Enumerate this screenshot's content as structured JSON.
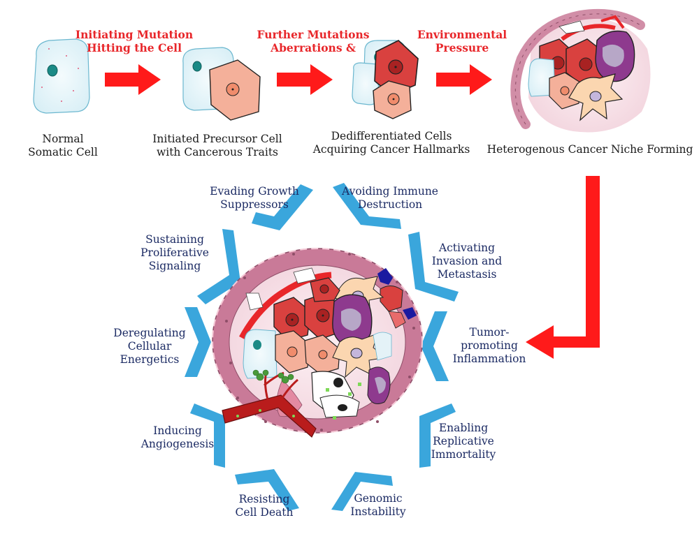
{
  "stages": {
    "arrow_labels": [
      "Initiating Mutation\nHitting the Cell",
      "Further Mutations\nAberrations &",
      "Environmental\nPressure"
    ],
    "cell_labels": [
      "Normal\nSomatic Cell",
      "Initiated Precursor Cell\nwith Cancerous Traits",
      "Dedifferentiated Cells\nAcquiring Cancer Hallmarks",
      "Heterogenous Cancer Niche Forming"
    ]
  },
  "hallmarks": [
    "Evading Growth\nSuppressors",
    "Avoiding Immune\nDestruction",
    "Activating\nInvasion and\nMetastasis",
    "Tumor-\npromoting\nInflammation",
    "Enabling\nReplicative\nImmortality",
    "Genomic\nInstability",
    "Resisting\nCell Death",
    "Inducing\nAngiogenesis",
    "Deregulating\nCellular\nEnergetics",
    "Sustaining\nProliferative\nSignaling"
  ],
  "colors": {
    "arrow": "#ff1a1a",
    "chevron": "#3aa6dc",
    "normal_cell": "#eaf7fb",
    "precursor_cell": "#f4b09a",
    "cancer_cell": "#d9413f",
    "membrane": "#c97a98",
    "immune_cell": "#8e3a8e"
  }
}
